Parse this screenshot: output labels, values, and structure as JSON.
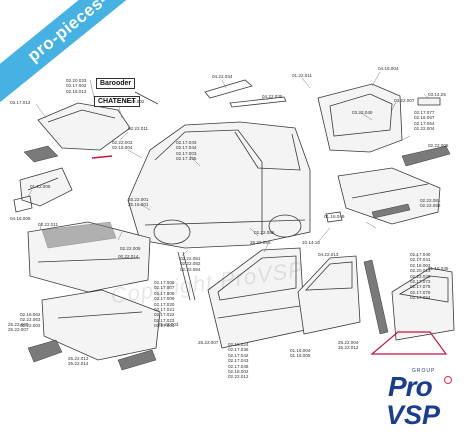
{
  "watermark": {
    "text": "pro-pieces-vsp.com",
    "faint_text": "Copyright ProVSP"
  },
  "brand_labels": {
    "barooder": "Barooder",
    "chatenet": "CHATENET"
  },
  "logo": {
    "group": "GROUP",
    "line1": "Pro",
    "line2": "VSP",
    "color": "#1b3d8f",
    "accent": "#e8344e"
  },
  "colors": {
    "watermark_bg": "#46b2e3",
    "highlight": "#c8143c",
    "stroke": "#3a3a3a"
  },
  "refs": [
    {
      "id": "r1",
      "text": "02.20.033\n02.17.002\n02.16.013"
    },
    {
      "id": "r2",
      "text": "03.17.013"
    },
    {
      "id": "r3",
      "text": "02.22.002"
    },
    {
      "id": "r4",
      "text": "02.22.011"
    },
    {
      "id": "r5",
      "text": "02.22.003\n02.16.004"
    },
    {
      "id": "r6",
      "text": "04.22.034"
    },
    {
      "id": "r7",
      "text": "04.22.035"
    },
    {
      "id": "r8",
      "text": "01.22.011"
    },
    {
      "id": "r9",
      "text": "04.16.004"
    },
    {
      "id": "r10",
      "text": "03.14.25"
    },
    {
      "id": "r11",
      "text": "03.22.040"
    },
    {
      "id": "r12",
      "text": "03.22.007"
    },
    {
      "id": "r13",
      "text": "02.17.077\n02.16.067\n02.17.064\n02.22.004"
    },
    {
      "id": "r14",
      "text": "02.22.006"
    },
    {
      "id": "r15",
      "text": "02.17.043\n02.17.044\n02.17.003\n02.17.355"
    },
    {
      "id": "r16",
      "text": "25.22.001\n25.16.001"
    },
    {
      "id": "r17",
      "text": "01.22.005"
    },
    {
      "id": "r18",
      "text": "04.16.005"
    },
    {
      "id": "r19",
      "text": "02.22.011"
    },
    {
      "id": "r20",
      "text": "02.22.009"
    },
    {
      "id": "r21",
      "text": "02.22.081\n02.22.082\n02.22.084"
    },
    {
      "id": "r22",
      "text": "25.22.059"
    },
    {
      "id": "r23",
      "text": "10.14.16"
    },
    {
      "id": "r24",
      "text": "00.22.014"
    },
    {
      "id": "r25",
      "text": "02.22.081\n02.22.083"
    },
    {
      "id": "r26",
      "text": "02.17.040\n02.17.041\n02.18.003\n02.20.013\n02.22.029\n02.17.073\n02.17.075\n02.17.076\n02.17.054"
    },
    {
      "id": "r27",
      "text": "01.16.045"
    },
    {
      "id": "r28",
      "text": "01.16.049"
    },
    {
      "id": "r29",
      "text": "02.22.085"
    },
    {
      "id": "r30",
      "text": "04.22.013"
    },
    {
      "id": "r31",
      "text": "02.17.006\n02.17.007\n02.17.008\n02.17.009\n02.17.020\n02.17.021\n02.17.022\n02.17.023\n02.17.004"
    },
    {
      "id": "r32",
      "text": "02.16.062\n02.22.063\n02.22.003"
    },
    {
      "id": "r33",
      "text": "25.22.000\n25.22.007"
    },
    {
      "id": "r34",
      "text": "25.22.013\n25.22.014"
    },
    {
      "id": "r35",
      "text": "25.22.003"
    },
    {
      "id": "r36",
      "text": "25.22.007"
    },
    {
      "id": "r37",
      "text": "02.16.024\n02.17.036\n02.17.042\n02.17.043\n02.17.048\n02.18.002\n02.22.012"
    },
    {
      "id": "r38",
      "text": "01.16.004\n01.16.005"
    },
    {
      "id": "r39",
      "text": "25.22.004\n25.22.012"
    },
    {
      "id": "r40",
      "text": "25.22.018\n25.22.019"
    },
    {
      "id": "r41",
      "text": "02.22.006\n02.16.007\n02.16.017\n02.16.018\n02.17.034\n02.17.035\n02.17.038"
    }
  ]
}
